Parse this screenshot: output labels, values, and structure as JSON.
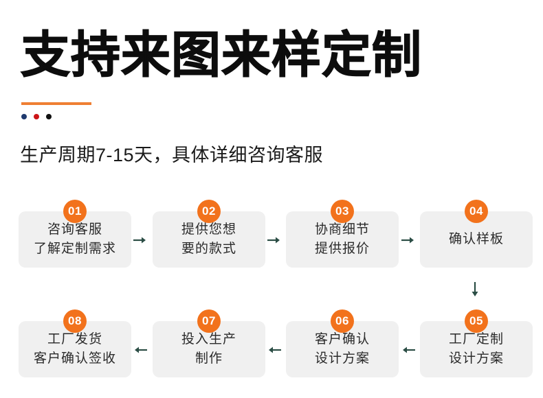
{
  "header": {
    "title": "支持来图来样定制",
    "accent_color": "#ef7f33",
    "dots": [
      "navy",
      "red",
      "black"
    ],
    "subtitle": "生产周期7-15天，具体详细咨询客服"
  },
  "flow": {
    "badge_color": "#f2721c",
    "box_color": "#f0f0f0",
    "arrow_color": "#2b4d45",
    "steps": [
      {
        "num": "01",
        "lines": [
          "咨询客服",
          "了解定制需求"
        ]
      },
      {
        "num": "02",
        "lines": [
          "提供您想",
          "要的款式"
        ]
      },
      {
        "num": "03",
        "lines": [
          "协商细节",
          "提供报价"
        ]
      },
      {
        "num": "04",
        "lines": [
          "确认样板"
        ]
      },
      {
        "num": "05",
        "lines": [
          "工厂定制",
          "设计方案"
        ]
      },
      {
        "num": "06",
        "lines": [
          "客户确认",
          "设计方案"
        ]
      },
      {
        "num": "07",
        "lines": [
          "投入生产",
          "制作"
        ]
      },
      {
        "num": "08",
        "lines": [
          "工厂发货",
          "客户确认签收"
        ]
      }
    ],
    "arrows": [
      {
        "name": "arrow-01-to-02",
        "direction": "right"
      },
      {
        "name": "arrow-02-to-03",
        "direction": "right"
      },
      {
        "name": "arrow-03-to-04",
        "direction": "right"
      },
      {
        "name": "arrow-04-to-05",
        "direction": "down"
      },
      {
        "name": "arrow-05-to-06",
        "direction": "left"
      },
      {
        "name": "arrow-06-to-07",
        "direction": "left"
      },
      {
        "name": "arrow-07-to-08",
        "direction": "left"
      }
    ]
  }
}
